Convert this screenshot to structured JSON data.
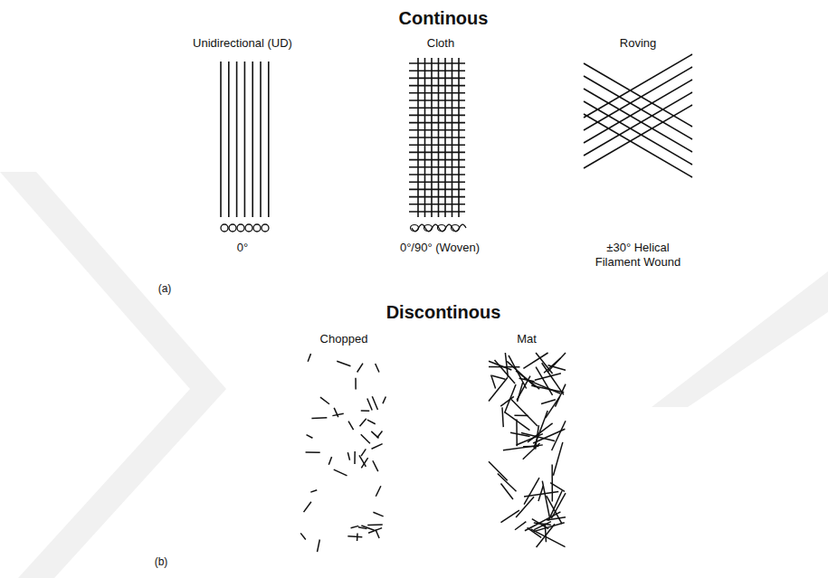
{
  "diagram": {
    "labels": [
      "Continous",
      "Unidirectional (UD)",
      "Cloth",
      "Roving",
      "0°",
      "0°/90° (Woven)",
      "±30° Helical Filament Wound",
      "(a)",
      "Discontinous",
      "Chopped",
      "Mat",
      "(b)"
    ]
  }
}
